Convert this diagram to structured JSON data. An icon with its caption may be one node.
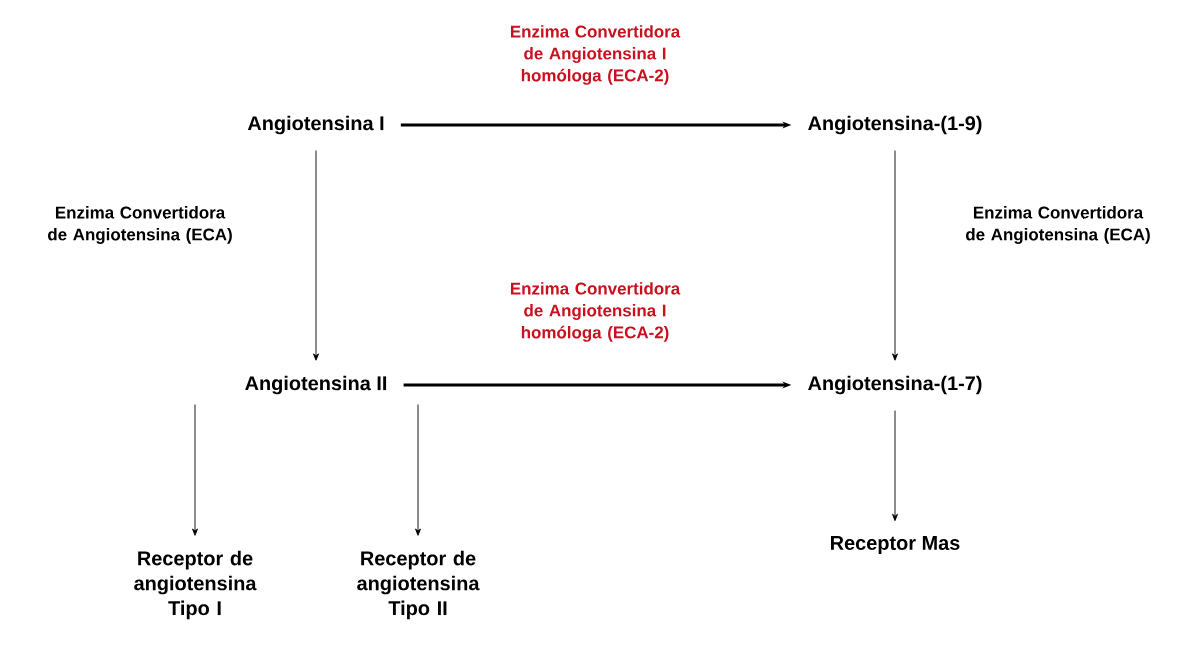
{
  "diagram": {
    "nodes": [
      {
        "text": [
          "Angiotensina I"
        ]
      },
      {
        "text": [
          "Angiotensina-(1-9)"
        ]
      },
      {
        "text": [
          "Angiotensina II"
        ]
      },
      {
        "text": [
          "Angiotensina-(1-7)"
        ]
      },
      {
        "text": [
          "Receptor de angiotensina Tipo I"
        ]
      },
      {
        "text": [
          "Receptor de angiotensina Tipo II"
        ]
      },
      {
        "text": [
          "Receptor Mas"
        ]
      }
    ],
    "edges": [
      {
        "from": 0,
        "to": 1,
        "arrow": "to",
        "style": "thick",
        "label": "Enzima Convertidora de Angiotensina I homóloga (ECA-2)"
      },
      {
        "from": 0,
        "to": 2,
        "arrow": "to",
        "label": "Enzima Convertidora de Angiotensina (ECA)"
      },
      {
        "from": 1,
        "to": 3,
        "arrow": "to",
        "label": "Enzima Convertidora de Angiotensina (ECA)"
      },
      {
        "from": 2,
        "to": 3,
        "arrow": "to",
        "style": "thick",
        "label": "Enzima Convertidora de Angiotensina I homóloga (ECA-2)"
      },
      {
        "from": 2,
        "to": 4,
        "arrow": "to"
      },
      {
        "from": 2,
        "to": 5,
        "arrow": "to"
      },
      {
        "from": 3,
        "to": 6,
        "arrow": "to"
      }
    ]
  }
}
